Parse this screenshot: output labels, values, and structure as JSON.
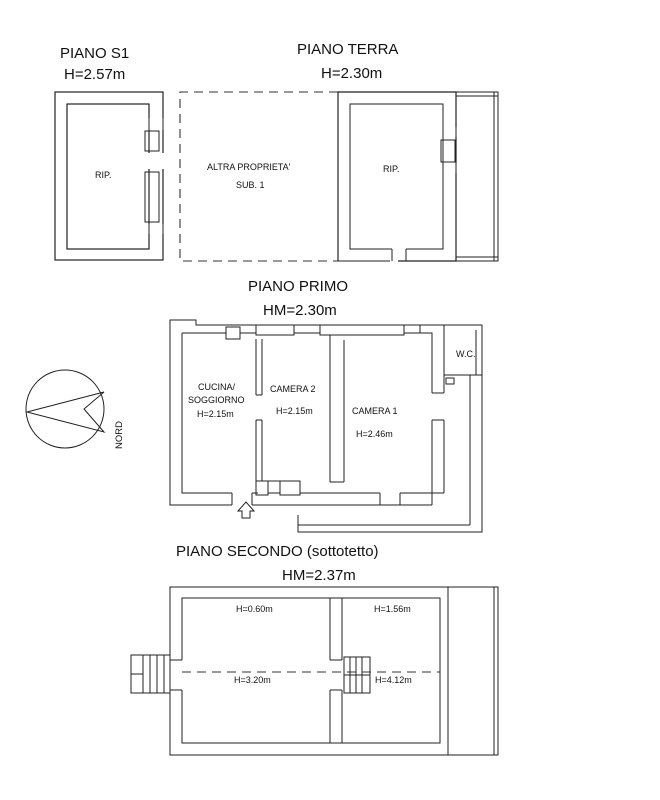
{
  "floors": {
    "s1": {
      "title": "PIANO S1",
      "height": "H=2.57m",
      "room": "RIP."
    },
    "terra": {
      "title": "PIANO TERRA",
      "height": "H=2.30m",
      "other_property": "ALTRA PROPRIETA'",
      "sub": "SUB. 1",
      "room": "RIP."
    },
    "primo": {
      "title": "PIANO PRIMO",
      "height": "HM=2.30m",
      "wc": "W.C.",
      "kitchen_line1": "CUCINA/",
      "kitchen_line2": "SOGGIORNO",
      "kitchen_height": "H=2.15m",
      "camera2": "CAMERA 2",
      "camera2_height": "H=2.15m",
      "camera1": "CAMERA 1",
      "camera1_height": "H=2.46m"
    },
    "secondo": {
      "title": "PIANO SECONDO (sottotetto)",
      "height": "HM=2.37m",
      "h_top_left": "H=0.60m",
      "h_top_right": "H=1.56m",
      "h_bottom_left": "H=3.20m",
      "h_bottom_right": "H=4.12m"
    }
  },
  "compass": {
    "label": "NORD"
  }
}
